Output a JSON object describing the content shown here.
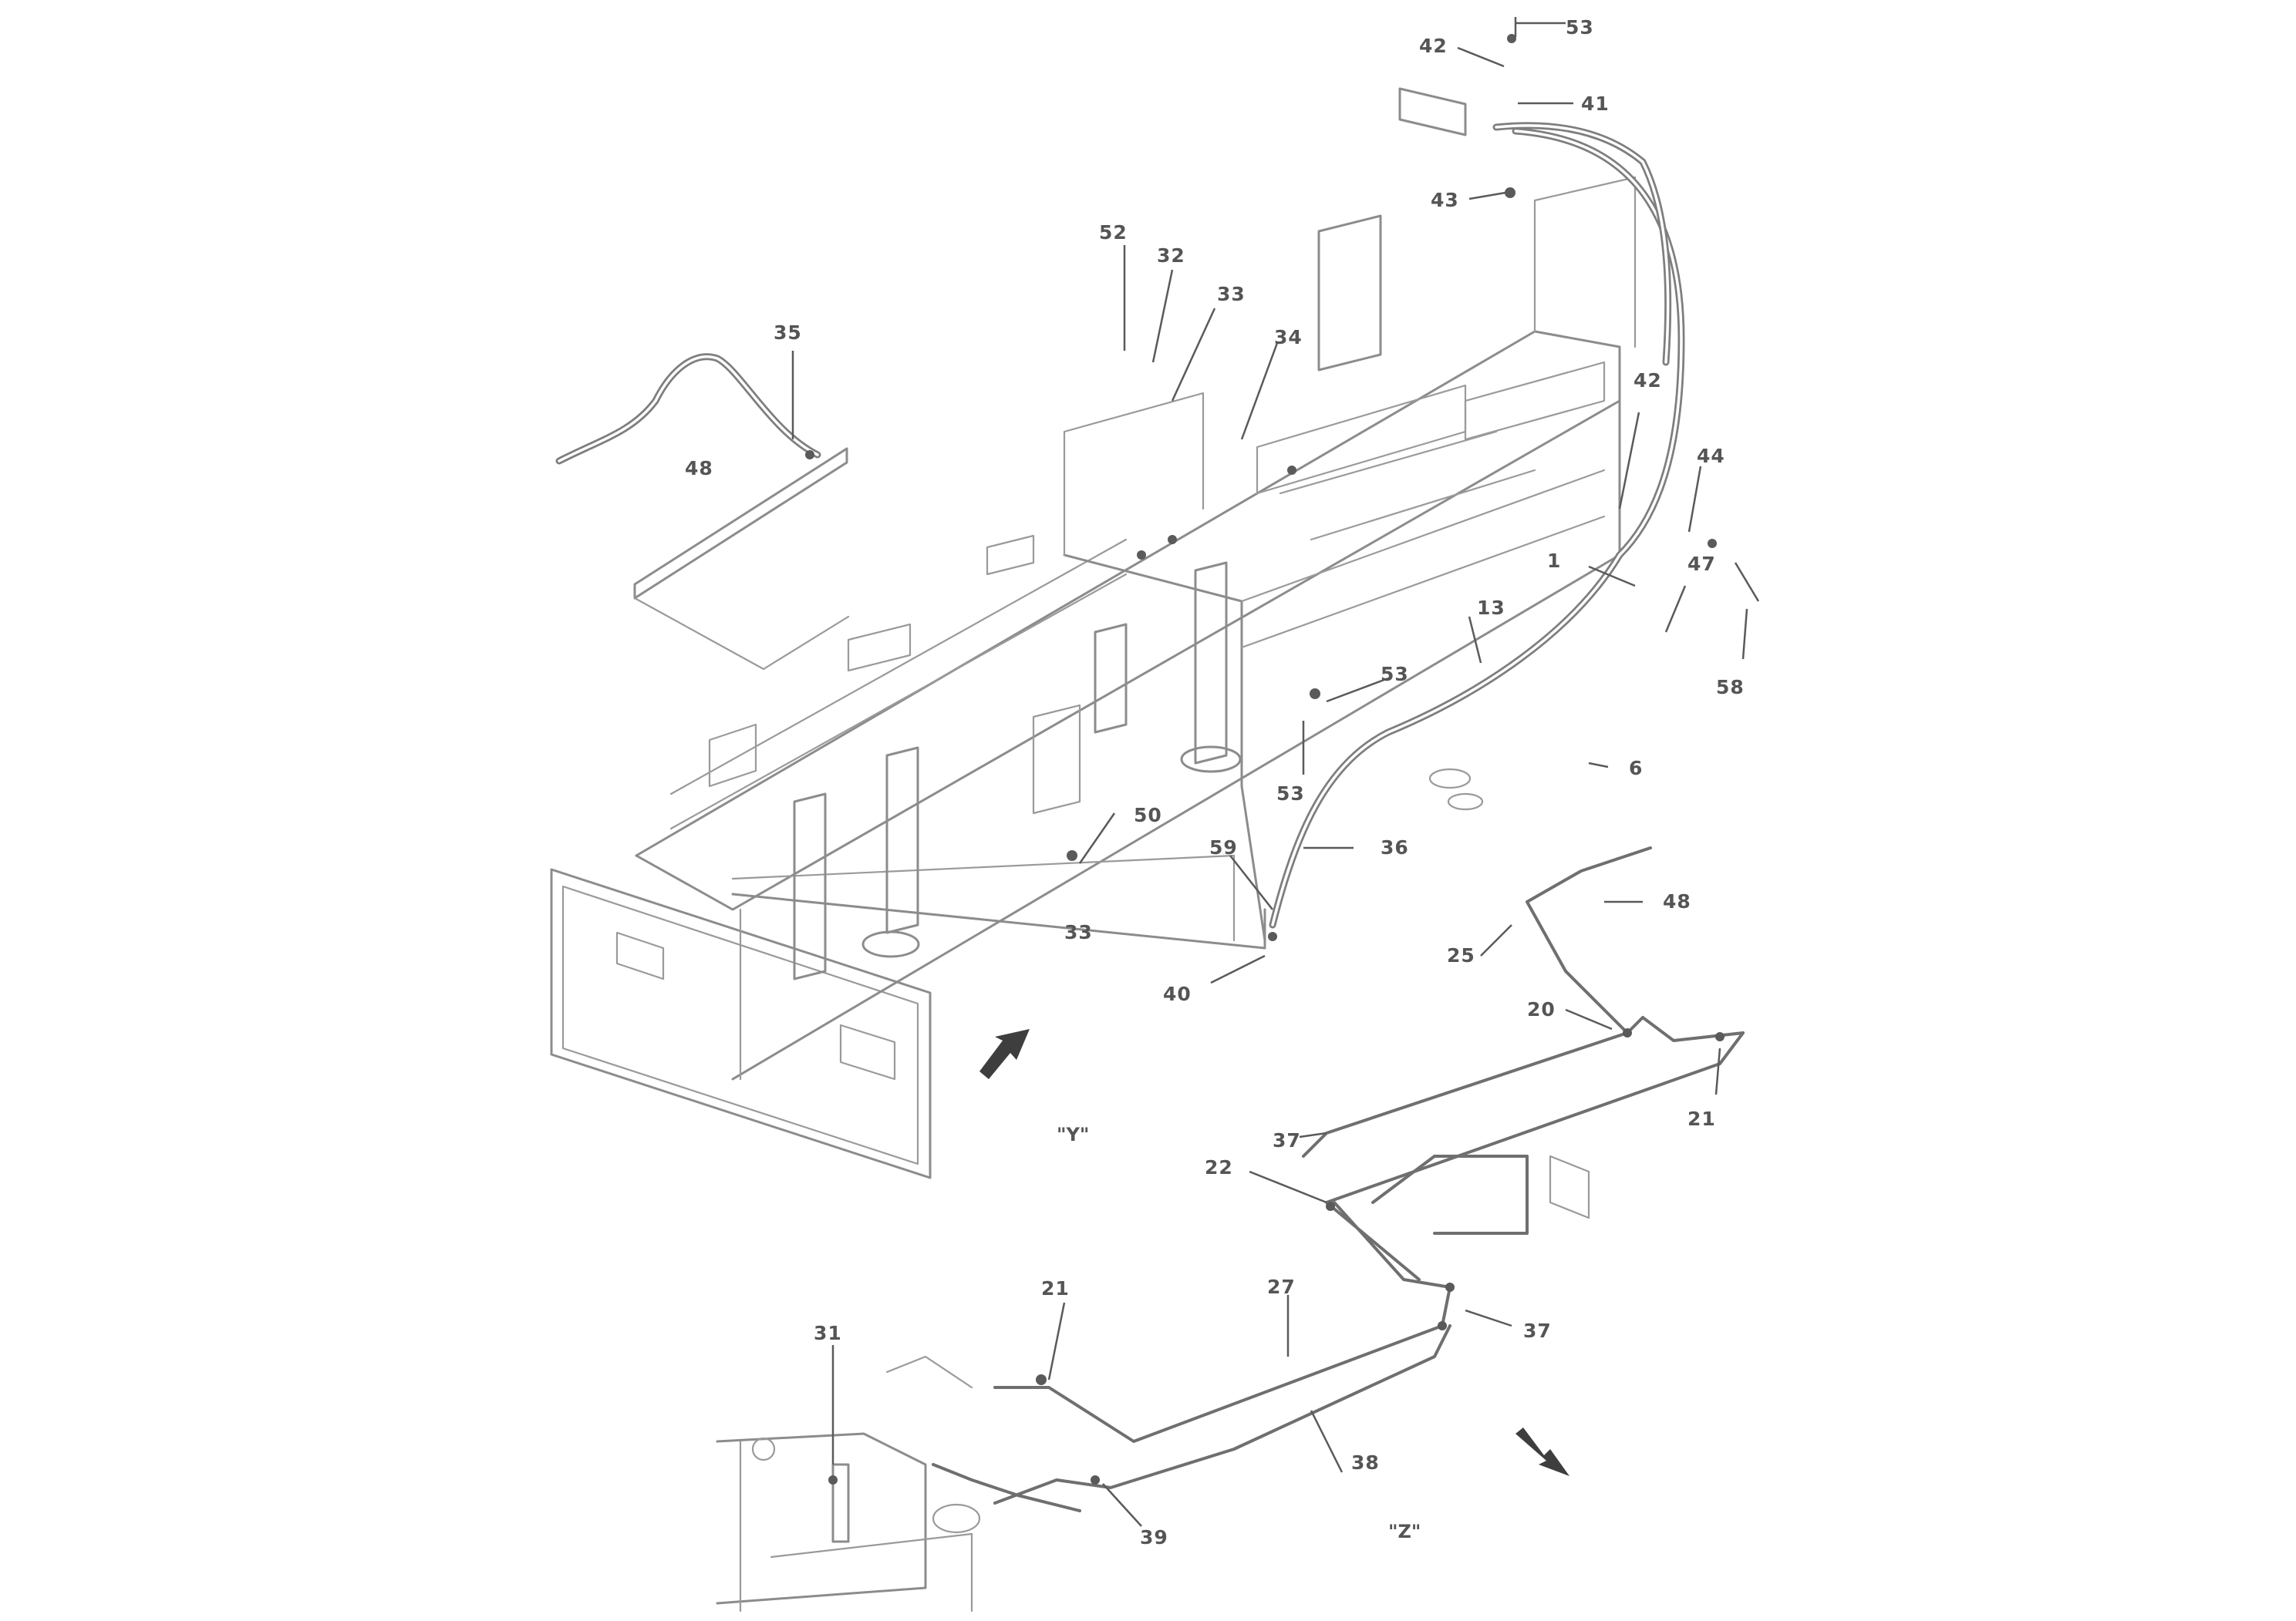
{
  "diagram": {
    "callouts": [
      "53",
      "42",
      "41",
      "43",
      "52",
      "32",
      "33",
      "34",
      "35",
      "48",
      "42",
      "44",
      "1",
      "47",
      "58",
      "13",
      "53",
      "53",
      "6",
      "50",
      "59",
      "36",
      "33",
      "40",
      "48",
      "25",
      "20",
      "21",
      "22",
      "27",
      "21",
      "31",
      "37",
      "38",
      "39",
      "37"
    ],
    "view_labels": [
      "\"Y\"",
      "\"Z\""
    ]
  }
}
